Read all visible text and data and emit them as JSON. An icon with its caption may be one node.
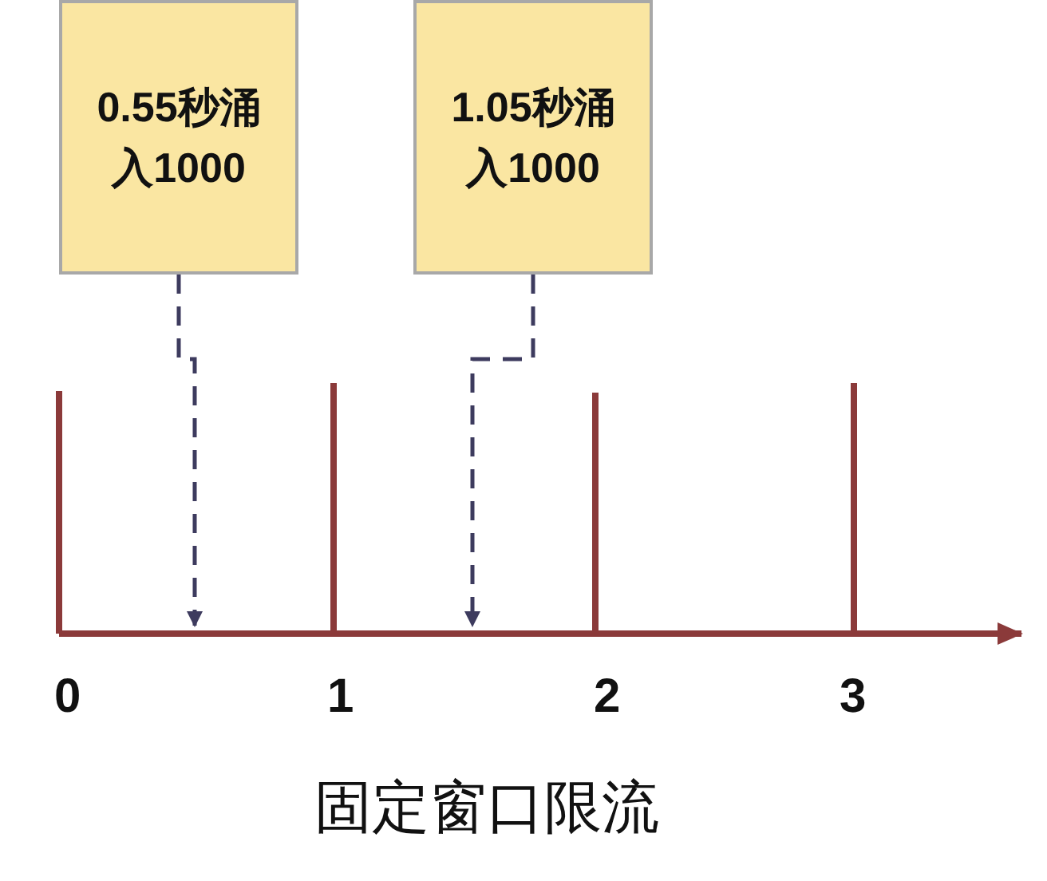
{
  "diagram": {
    "caption": "固定窗口限流",
    "nodes": [
      {
        "text": [
          "0.55秒涌入1000"
        ]
      },
      {
        "text": [
          "1.05秒涌入1000"
        ]
      }
    ],
    "edges": [
      {
        "from": 0,
        "to": null,
        "arrow": "to",
        "style": "dashed"
      },
      {
        "from": 1,
        "to": null,
        "arrow": "to",
        "style": "dashed"
      }
    ],
    "labels": [
      "0",
      "1",
      "2",
      "3"
    ]
  }
}
